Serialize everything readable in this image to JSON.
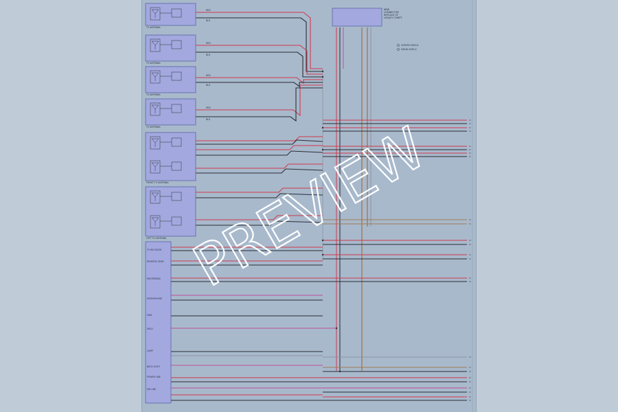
{
  "watermark": "PREVIEW",
  "colors": {
    "red": "#d0394a",
    "black": "#2a2d33",
    "brown": "#a27a52",
    "pink": "#c04f98",
    "grey": "#8b94a2",
    "box_fill": "#a3a9df",
    "box_stroke": "#4f5a9a",
    "sheet": "#a8b9cc"
  },
  "connector_box": {
    "lines": [
      "NEW",
      "CONNECTOR",
      "REPLACE OF",
      "LEGACY COMPT."
    ]
  },
  "legend": {
    "items": [
      "SCREEN SHIELD",
      "DRAIN SHIELD"
    ]
  },
  "side_labels": {
    "antenna_labels": [
      "TV ANTENNA",
      "TV ANTENNA",
      "TV ANTENNA",
      "TV ANTENNA",
      "FRONT TV ANTENNA",
      "LEFT TV ANTENNA"
    ],
    "ecu_labels": [
      "TV RECEIVER",
      "REVERSE GEAR",
      "MULTIMEDIA",
      "MICROPHONE",
      "GND",
      "SHLD",
      "LAMP",
      "BACK LIGHT",
      "POWER LINE",
      "SW LINE"
    ]
  }
}
